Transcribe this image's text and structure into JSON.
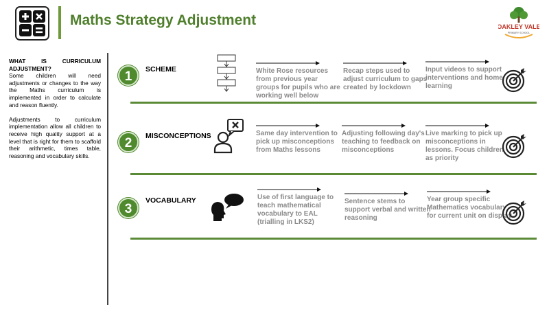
{
  "header": {
    "title": "Maths Strategy Adjustment",
    "school_logo": {
      "name": "OAKLEY VALE",
      "subtitle": "PRIMARY SCHOOL"
    }
  },
  "sidebar": {
    "heading": "WHAT IS CURRICULUM ADJUSTMENT?",
    "paragraph1": "Some children will need adjustments or changes to the way the Maths curriculum is implemented in order to calculate and reason fluently.",
    "paragraph2": "Adjustments to curriculum implementation allow all children to receive high quality support at a level that is right for them to scaffold their arithmetic, times table, reasoning and vocabulary skills."
  },
  "rows": [
    {
      "number": "1",
      "label": "SCHEME",
      "icon": "flowchart-icon",
      "steps": [
        "White Rose resources from previous year groups for pupils who are working well below",
        "Recap steps used to adjust curriculum to gaps created by lockdown",
        "Input videos to support interventions and home learning"
      ]
    },
    {
      "number": "2",
      "label": "MISCONCEPTIONS",
      "icon": "person-x-bubble-icon",
      "steps": [
        "Same day intervention to pick up misconceptions from Maths lessons",
        "Adjusting following day's teaching to feedback on misconceptions",
        "Live marking to pick up misconceptions in lessons. Focus children as priority"
      ]
    },
    {
      "number": "3",
      "label": "VOCABULARY",
      "icon": "speaking-head-icon",
      "steps": [
        "Use of first language to teach mathematical vocabulary to EAL (trialling in LKS2)",
        "Sentence stems to support verbal and written reasoning",
        "Year group specific Mathematics vocabulary for current unit on display"
      ]
    }
  ],
  "colors": {
    "accent_green": "#4f8a2e",
    "title_green": "#4f7f2c",
    "step_grey": "#8a8a8a"
  }
}
